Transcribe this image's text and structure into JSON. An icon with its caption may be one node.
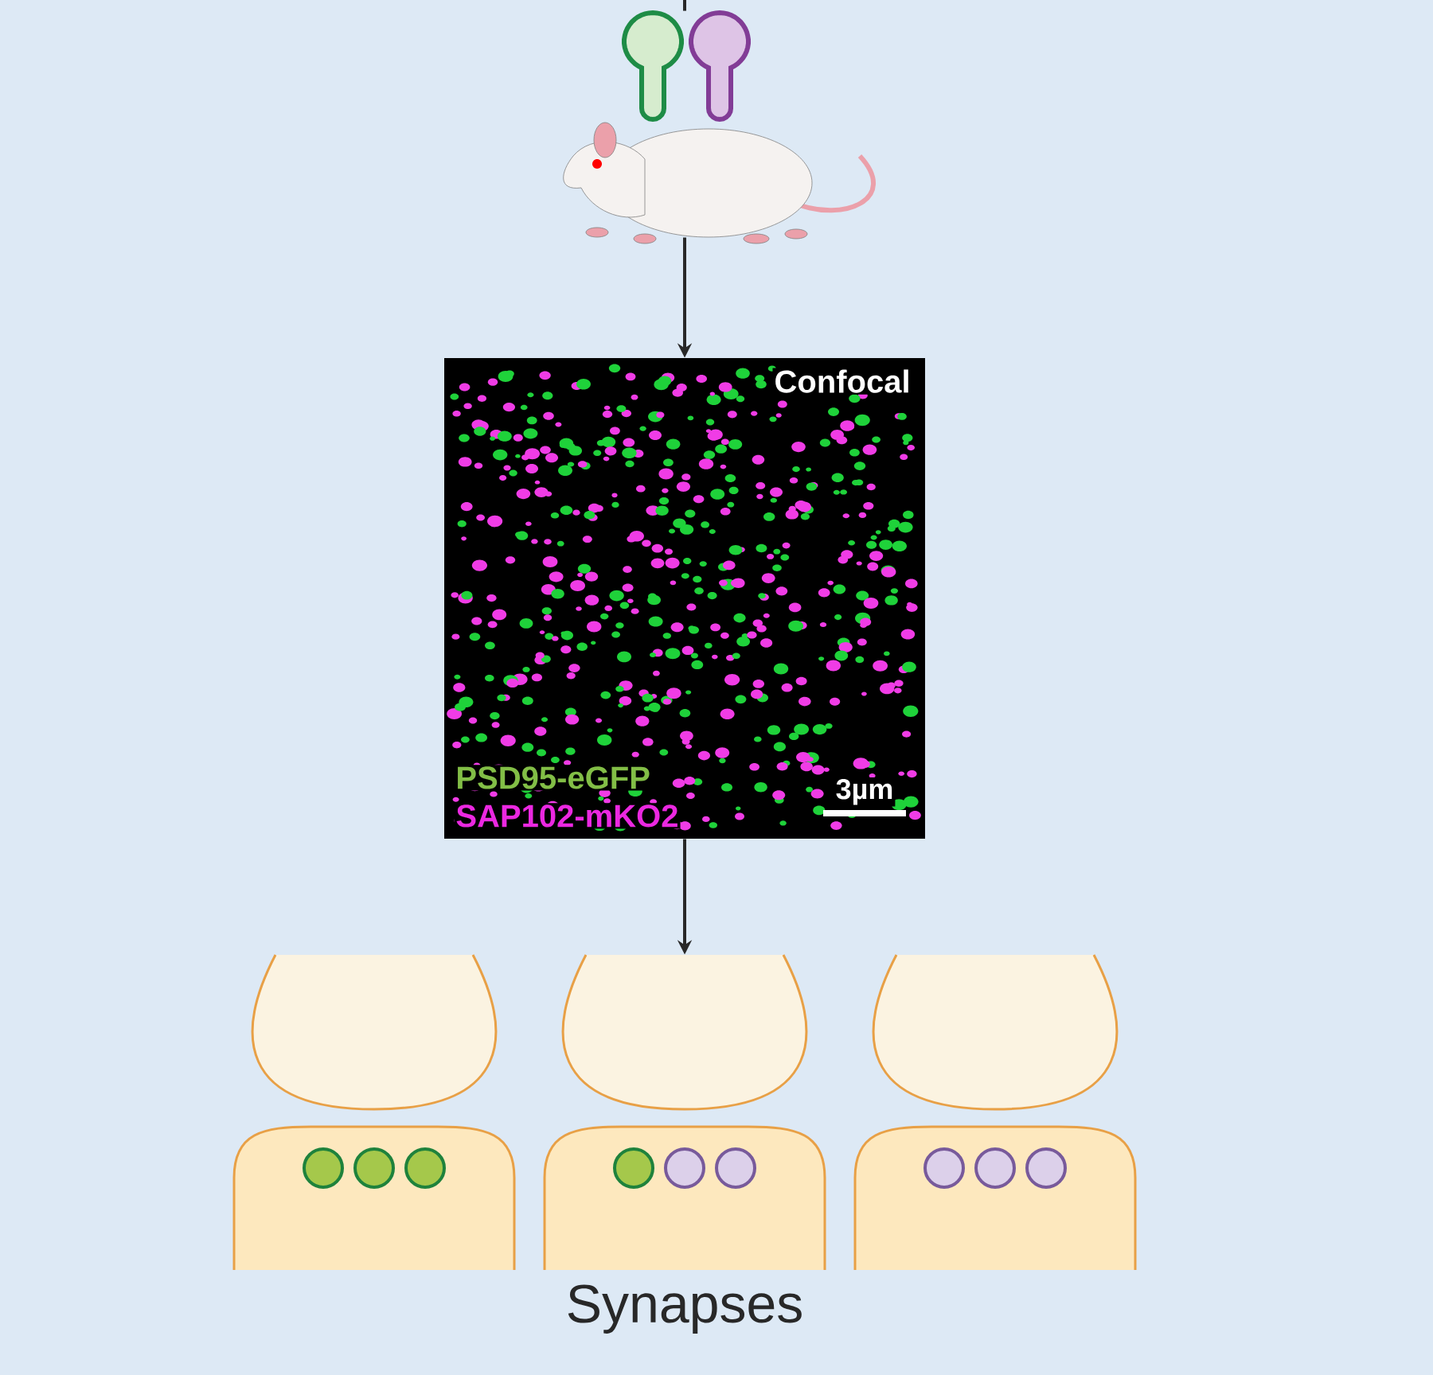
{
  "diagram": {
    "nodes": [
      {
        "text": [],
        "shape": "picture"
      },
      {
        "text": [
          "Confocal",
          "PSD95-eGFP",
          "SAP102-mKO2",
          "3µm"
        ]
      },
      {
        "text": [
          "Synapses"
        ]
      }
    ],
    "edges": [
      {
        "from": null,
        "to": 0,
        "arrow": "none"
      },
      {
        "from": 0,
        "to": 1,
        "arrow": "to"
      },
      {
        "from": 1,
        "to": 2,
        "arrow": "to"
      }
    ]
  }
}
